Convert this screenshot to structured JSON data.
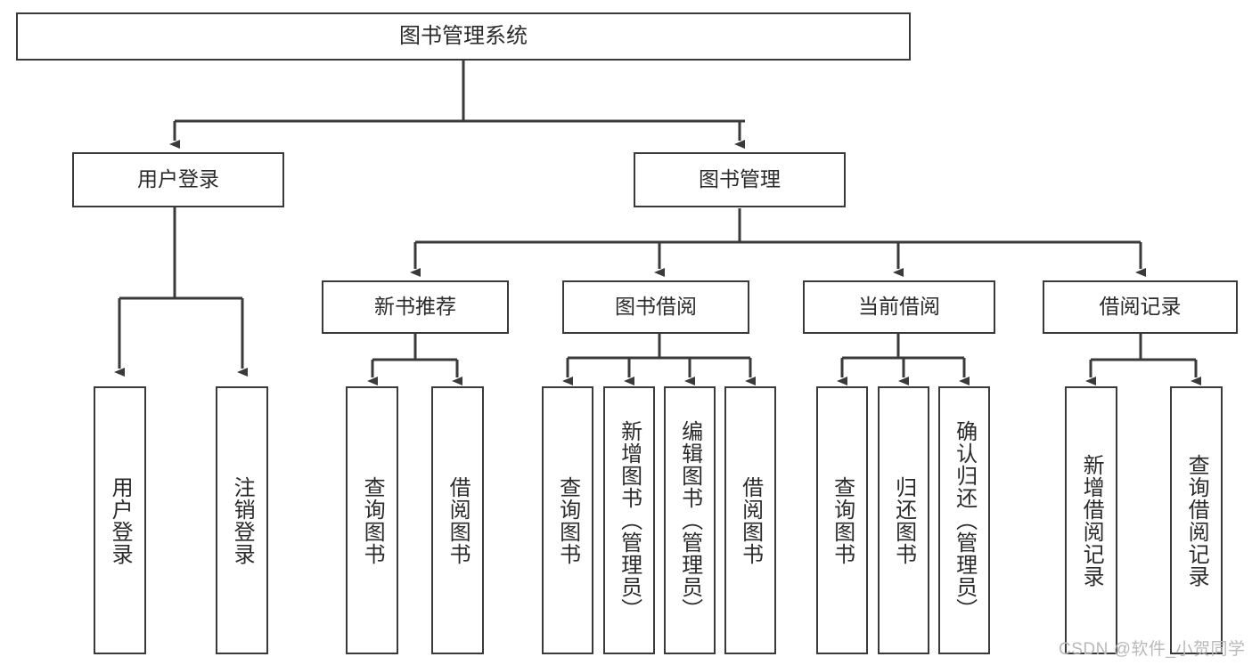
{
  "diagram": {
    "title": "图书管理系统",
    "type": "tree-hierarchy-chart",
    "colors": {
      "box_border": "#3a3a3a",
      "box_fill": "#ffffff",
      "edge": "#3a3a3a",
      "text": "#2b2b2b",
      "watermark": "#b9b9b9"
    },
    "nodes": {
      "root": {
        "label": "图书管理系统"
      },
      "level2": [
        {
          "label": "用户登录"
        },
        {
          "label": "图书管理"
        }
      ],
      "level3": [
        {
          "label": "新书推荐"
        },
        {
          "label": "图书借阅"
        },
        {
          "label": "当前借阅"
        },
        {
          "label": "借阅记录"
        }
      ],
      "leaves": {
        "user_login": [
          {
            "label": "用户登录"
          },
          {
            "label": "注销登录"
          }
        ],
        "new_book_recommend": [
          {
            "label": "查询图书"
          },
          {
            "label": "借阅图书"
          }
        ],
        "book_borrow": [
          {
            "label": "查询图书"
          },
          {
            "label": "新增图书（管理员）"
          },
          {
            "label": "编辑图书（管理员）"
          },
          {
            "label": "借阅图书"
          }
        ],
        "current_borrow": [
          {
            "label": "查询图书"
          },
          {
            "label": "归还图书"
          },
          {
            "label": "确认归还（管理员）"
          }
        ],
        "borrow_record": [
          {
            "label": "新增借阅记录"
          },
          {
            "label": "查询借阅记录"
          }
        ]
      }
    },
    "watermark": "CSDN @软件_小贺同学"
  }
}
